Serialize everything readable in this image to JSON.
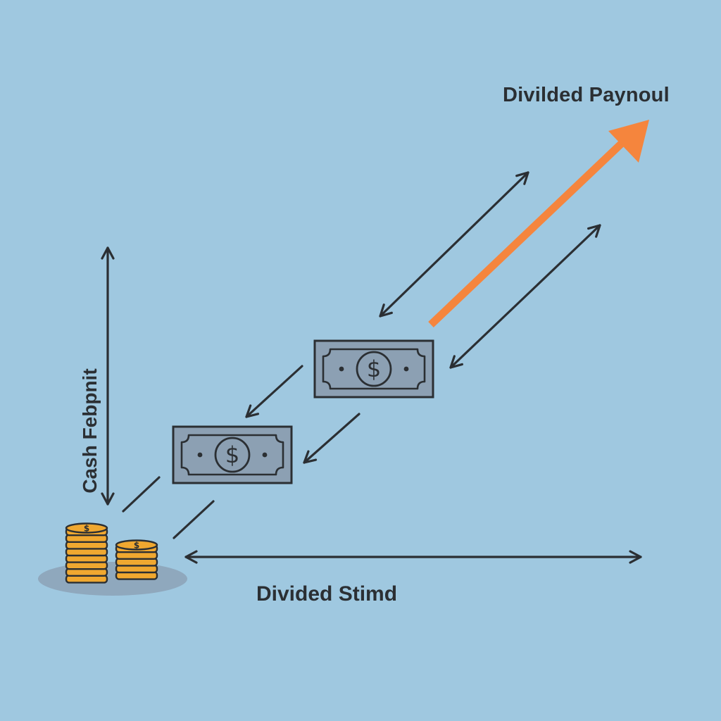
{
  "labels": {
    "top_right": "Divilded Paynoul",
    "bottom": "Divided Stimd",
    "left_vertical": "Cash Febpnit"
  },
  "icons": {
    "bill": "dollar-bill-icon",
    "bill_symbol": "$",
    "coin_symbol": "$",
    "coins": "coin-stack-icon"
  },
  "colors": {
    "background": "#9fc8e0",
    "line": "#2b2f33",
    "accent_arrow": "#f5853d",
    "bill_fill": "#8ca0b3",
    "coin_fill": "#f0a830",
    "coin_shadow": "#8fa8bd"
  }
}
